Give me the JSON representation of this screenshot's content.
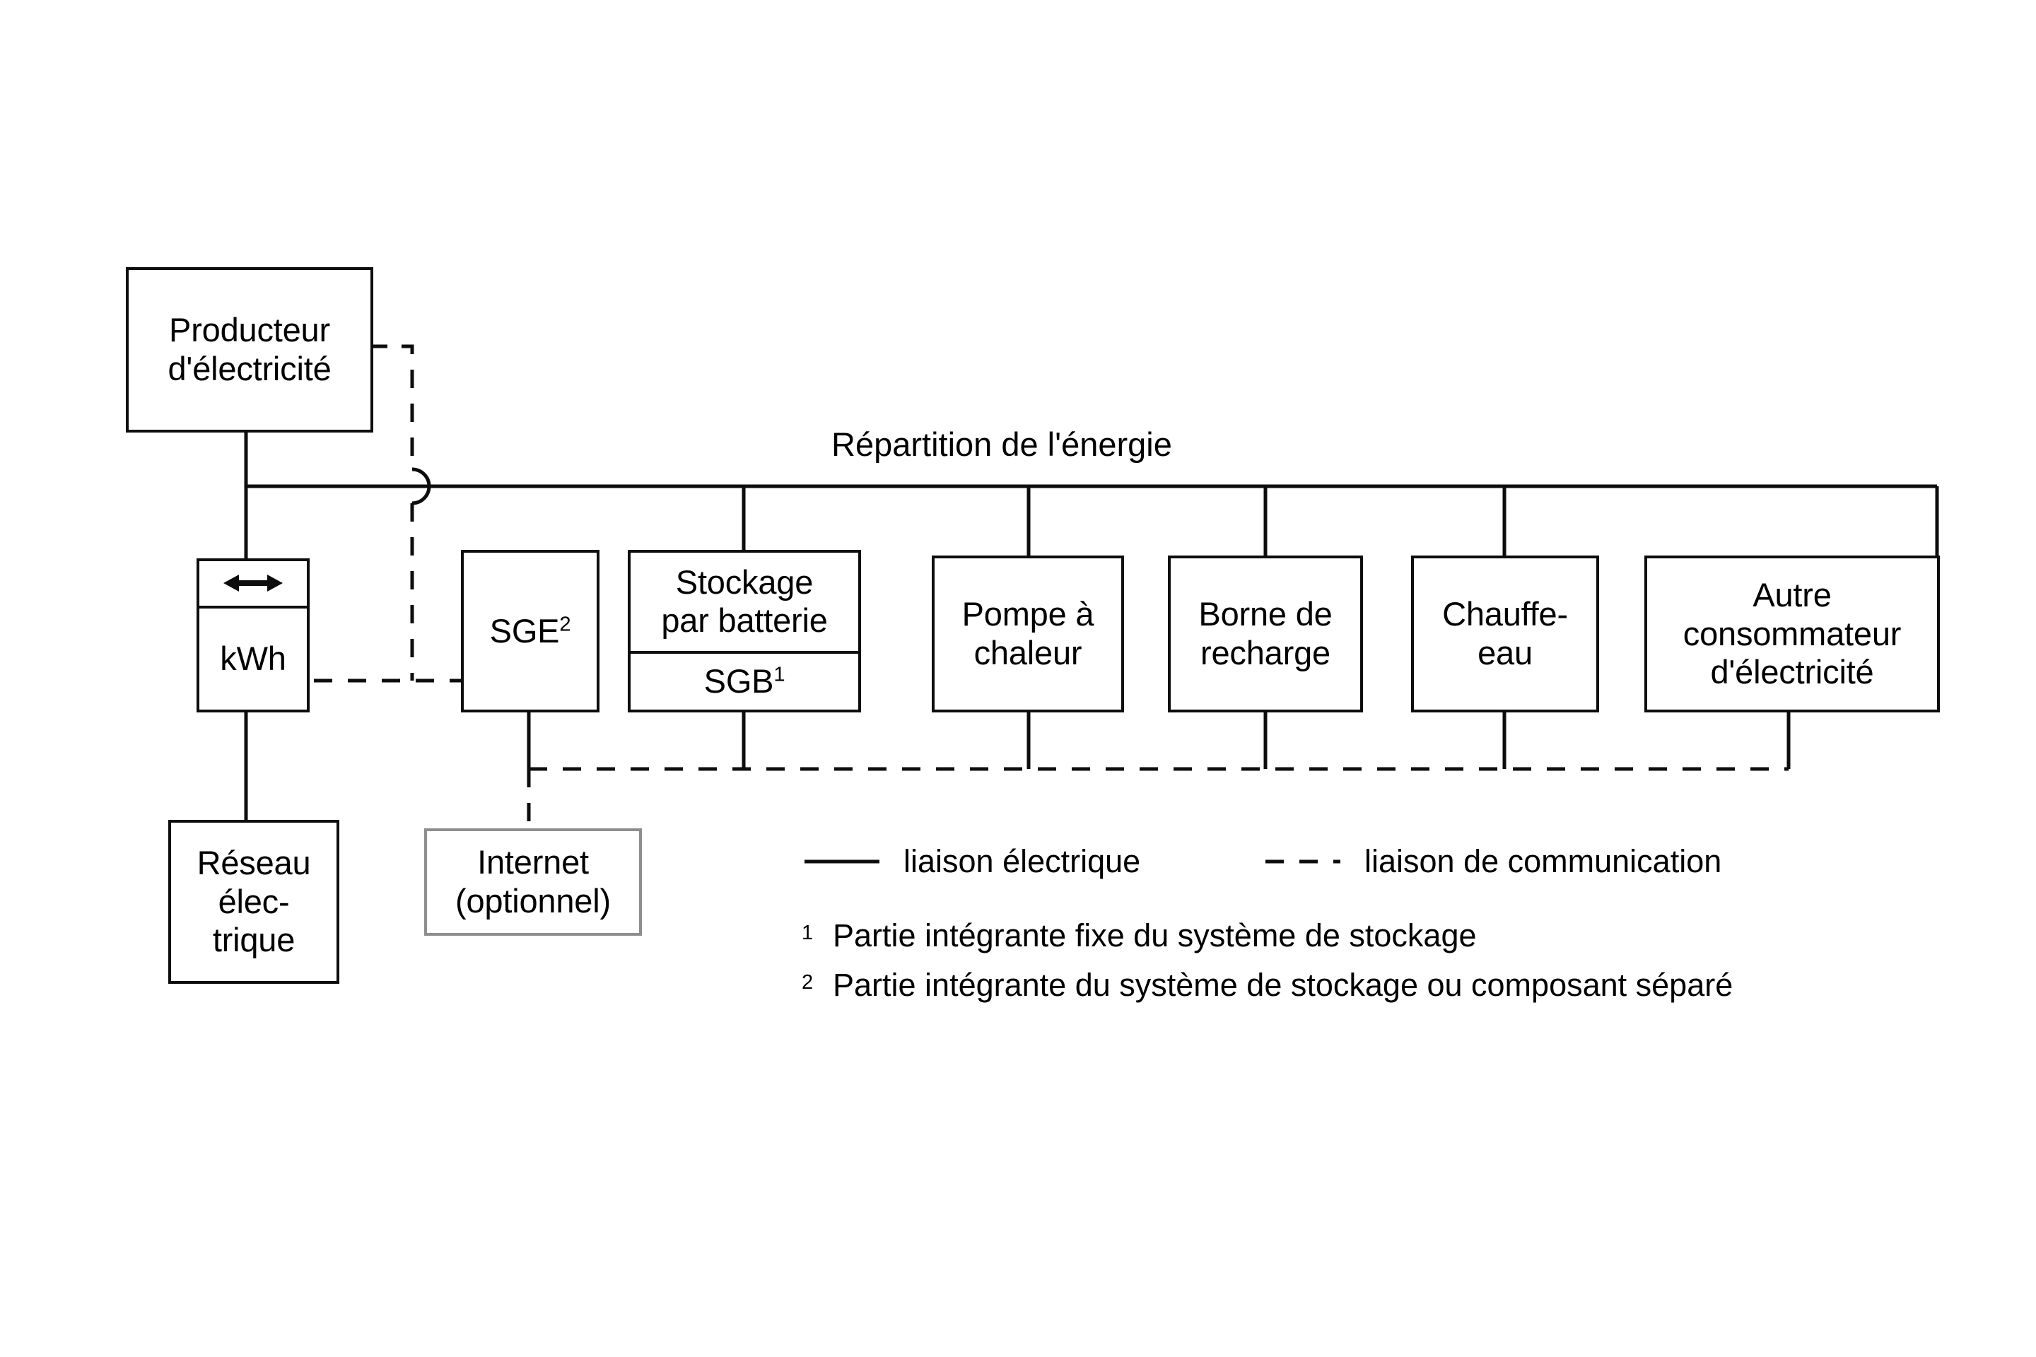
{
  "diagram": {
    "title": "Répartition de l'énergie",
    "nodes": {
      "producer": {
        "label": "Producteur\nd'électricité",
        "name": "producer-box"
      },
      "meter": {
        "arrow_icon": "bidirectional-arrow",
        "label": "kWh",
        "name": "meter-box"
      },
      "grid": {
        "label": "Réseau\nélec-\ntrique",
        "name": "grid-box"
      },
      "sge": {
        "label": "SGE",
        "superscript": "2",
        "name": "sge-box"
      },
      "storage": {
        "label": "Stockage\npar batterie",
        "sub_label": "SGB",
        "sub_superscript": "1",
        "name": "battery-storage-box"
      },
      "heatpump": {
        "label": "Pompe à\nchaleur",
        "name": "heat-pump-box"
      },
      "charger": {
        "label": "Borne de\nrecharge",
        "name": "charging-station-box"
      },
      "waterheater": {
        "label": "Chauffe-\neau",
        "name": "water-heater-box"
      },
      "other": {
        "label": "Autre\nconsommateur\nd'électricité",
        "name": "other-consumer-box"
      },
      "internet": {
        "label": "Internet\n(optionnel)",
        "name": "internet-box"
      }
    },
    "legend": {
      "electrical_label": "liaison électrique",
      "communication_label": "liaison de communication"
    },
    "notes": [
      {
        "marker": "1",
        "text": "Partie intégrante fixe du système de stockage"
      },
      {
        "marker": "2",
        "text": "Partie intégrante du système de stockage ou composant séparé"
      }
    ],
    "colors": {
      "stroke": "#0d0d0d",
      "soft_stroke": "#8e8e8e",
      "background": "#ffffff"
    }
  }
}
